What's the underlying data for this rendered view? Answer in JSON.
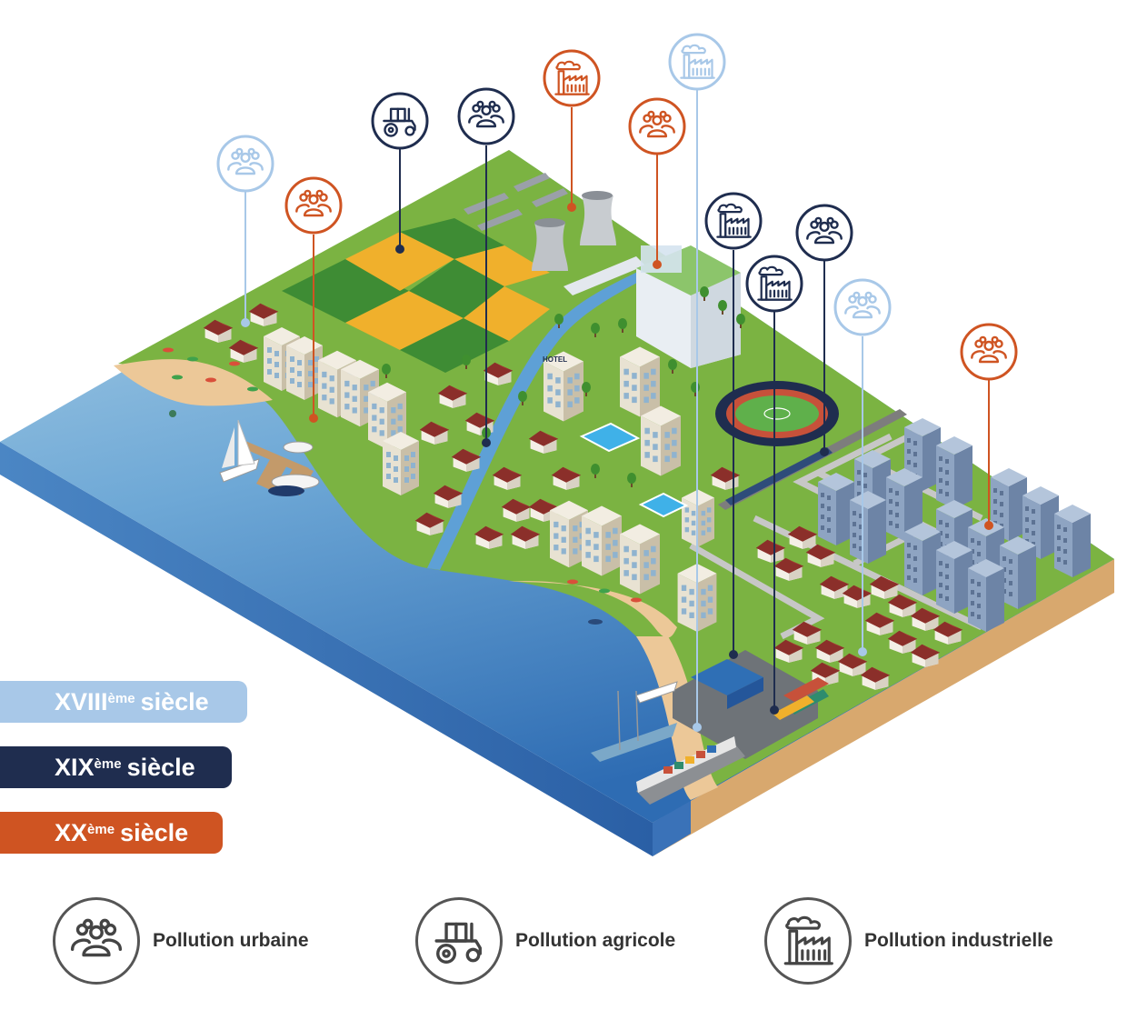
{
  "colors": {
    "c18": "#a8c8e8",
    "c19": "#1f2d4f",
    "c20": "#cf5422",
    "land": "#7cb342",
    "sea_top": "#a7cde3",
    "sea_bottom": "#2f6fb5",
    "sand": "#ecc898"
  },
  "eras": [
    {
      "main": "XVIII",
      "sup": "ème",
      "rest": "siècle",
      "color_key": "c18"
    },
    {
      "main": "XIX",
      "sup": "ème",
      "rest": "siècle",
      "color_key": "c19"
    },
    {
      "main": "XX",
      "sup": "ème",
      "rest": "siècle",
      "color_key": "c20"
    }
  ],
  "legend": [
    {
      "label": "Pollution urbaine",
      "icon": "people-group-icon"
    },
    {
      "label": "Pollution agricole",
      "icon": "tractor-icon"
    },
    {
      "label": "Pollution industrielle",
      "icon": "factory-icon"
    }
  ],
  "markers": [
    {
      "type": "urban",
      "era": "c18"
    },
    {
      "type": "urban",
      "era": "c20"
    },
    {
      "type": "agricultural",
      "era": "c19"
    },
    {
      "type": "urban",
      "era": "c19"
    },
    {
      "type": "industrial",
      "era": "c20"
    },
    {
      "type": "industrial",
      "era": "c18"
    },
    {
      "type": "urban",
      "era": "c20"
    },
    {
      "type": "industrial",
      "era": "c19"
    },
    {
      "type": "urban",
      "era": "c19"
    },
    {
      "type": "industrial",
      "era": "c19"
    },
    {
      "type": "urban",
      "era": "c18"
    },
    {
      "type": "urban",
      "era": "c20"
    }
  ],
  "signs": {
    "hotel": "HOTEL"
  }
}
